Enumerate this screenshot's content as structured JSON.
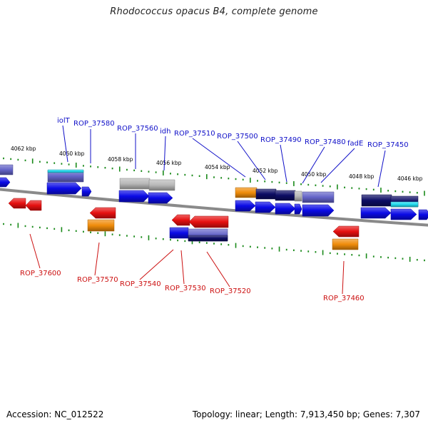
{
  "title": "Rhodococcus opacus B4, complete genome",
  "footer": {
    "accession": "Accession: NC_012522",
    "summary": "Topology: linear; Length: 7,913,450 bp; Genes: 7,307"
  },
  "colors": {
    "upper_label": "#1010c8",
    "lower_label": "#cc1010",
    "tick": "#1a8a1a",
    "backbone": "#808080",
    "blue": "#0a0ae6",
    "red": "#e61010",
    "orange": "#f08c0a",
    "gray": "#b8b8b8",
    "purple": "#6464c8",
    "navy": "#0c0c64",
    "cyan": "#22dcf0"
  },
  "kbp_markers": [
    "4062 kbp",
    "4060 kbp",
    "4058 kbp",
    "4056 kbp",
    "4054 kbp",
    "4052 kbp",
    "4050 kbp",
    "4048 kbp",
    "4046 kbp"
  ],
  "upper_labels": [
    "iolT",
    "ROP_37580",
    "ROP_37560",
    "idh",
    "ROP_37510",
    "ROP_37500",
    "ROP_37490",
    "ROP_37480",
    "fadE",
    "ROP_37450"
  ],
  "lower_labels": [
    "ROP_37600",
    "ROP_37570",
    "ROP_37540",
    "ROP_37530",
    "ROP_37520",
    "ROP_37460"
  ]
}
